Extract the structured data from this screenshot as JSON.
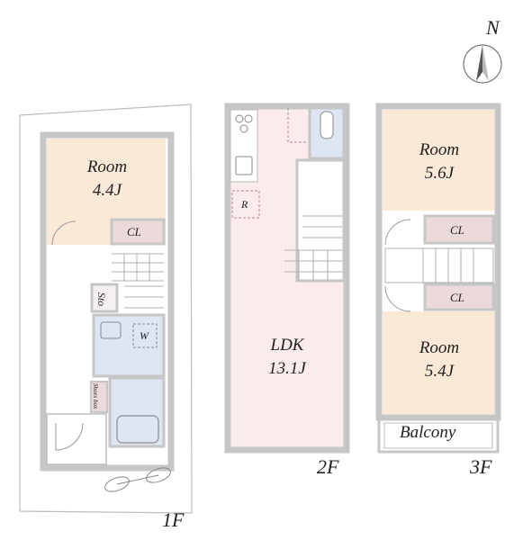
{
  "compass": {
    "north_label": "N"
  },
  "floor1": {
    "floor_label": "1F",
    "room": {
      "name": "Room",
      "size": "4.4J"
    },
    "closet": "CL",
    "storage": "Sto",
    "washer": "W",
    "shoes_box": "Shoes box"
  },
  "floor2": {
    "floor_label": "2F",
    "ldk": {
      "name": "LDK",
      "size": "13.1J"
    },
    "fridge": "R"
  },
  "floor3": {
    "floor_label": "3F",
    "room_upper": {
      "name": "Room",
      "size": "5.6J"
    },
    "closet_upper": "CL",
    "closet_lower": "CL",
    "room_lower": {
      "name": "Room",
      "size": "5.4J"
    },
    "balcony": "Balcony"
  },
  "colors": {
    "wall": "#c8c8c8",
    "room_fill": "#fbe9d7",
    "ldk_fill": "#fbeceb",
    "wet_area_fill": "#dde6f2",
    "closet_fill": "#ecdada"
  }
}
